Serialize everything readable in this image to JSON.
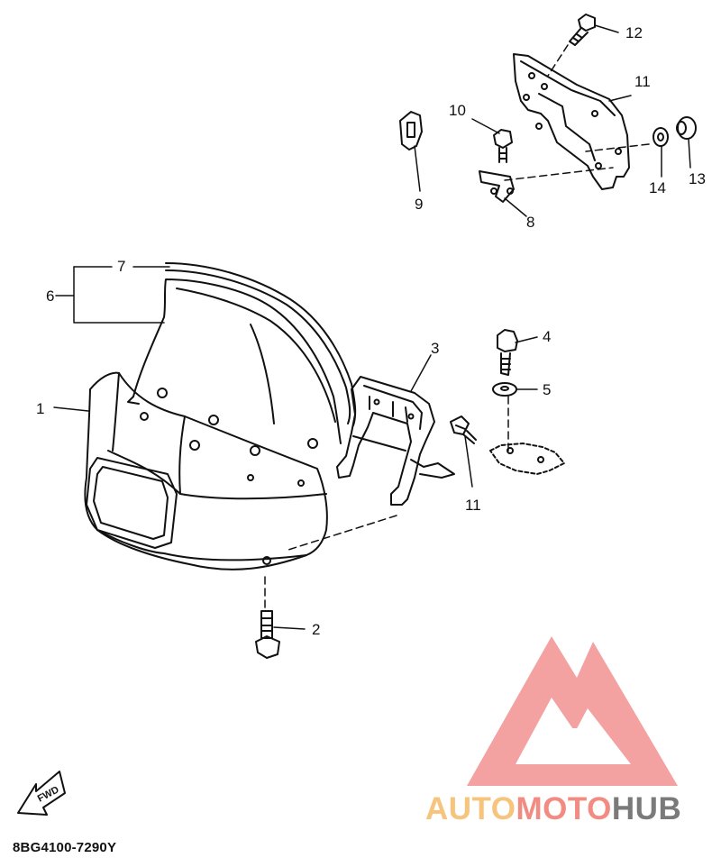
{
  "part_code": "8BG4100-7290Y",
  "fwd_label": "FWD",
  "watermark": {
    "part1": "AUTO",
    "part2": "MOTO",
    "part3": "HUB",
    "colors": {
      "part1": "#f6c47c",
      "part2": "#f28b82",
      "part3": "#7a7a7a",
      "logo": "#f4a1a1"
    }
  },
  "callouts": [
    {
      "id": "c1",
      "label": "1"
    },
    {
      "id": "c2",
      "label": "2"
    },
    {
      "id": "c3",
      "label": "3"
    },
    {
      "id": "c4",
      "label": "4"
    },
    {
      "id": "c5",
      "label": "5"
    },
    {
      "id": "c6",
      "label": "6"
    },
    {
      "id": "c7",
      "label": "7"
    },
    {
      "id": "c8",
      "label": "8"
    },
    {
      "id": "c9",
      "label": "9"
    },
    {
      "id": "c10",
      "label": "10"
    },
    {
      "id": "c11a",
      "label": "11"
    },
    {
      "id": "c11b",
      "label": "11"
    },
    {
      "id": "c12",
      "label": "12"
    },
    {
      "id": "c13",
      "label": "13"
    },
    {
      "id": "c14",
      "label": "14"
    }
  ]
}
